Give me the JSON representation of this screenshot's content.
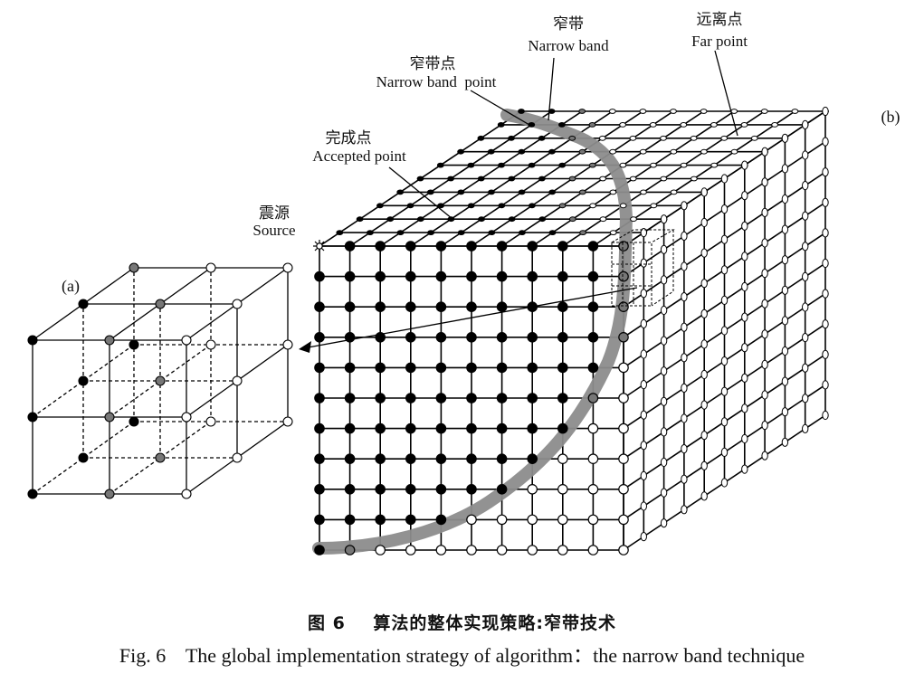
{
  "labels": {
    "narrow_band": {
      "cn": "窄带",
      "en": "Narrow band"
    },
    "far_point": {
      "cn": "远离点",
      "en": "Far point"
    },
    "narrow_band_point": {
      "cn": "窄带点",
      "en": "Narrow band  point"
    },
    "accepted_point": {
      "cn": "完成点",
      "en": "Accepted point"
    },
    "source": {
      "cn": "震源",
      "en": "Source"
    },
    "panel_a": "(a)",
    "panel_b": "(b)"
  },
  "caption": {
    "cn_number": "图 6",
    "cn_text": "算法的整体实现策略:窄带技术",
    "en_number": "Fig. 6",
    "en_text": "The global implementation strategy of algorithm：the narrow band technique"
  },
  "colors": {
    "accepted": "#000000",
    "narrow_band_node": "#777777",
    "far": "#ffffff",
    "band_stroke": "#8c8c8c",
    "grid": "#000000"
  }
}
